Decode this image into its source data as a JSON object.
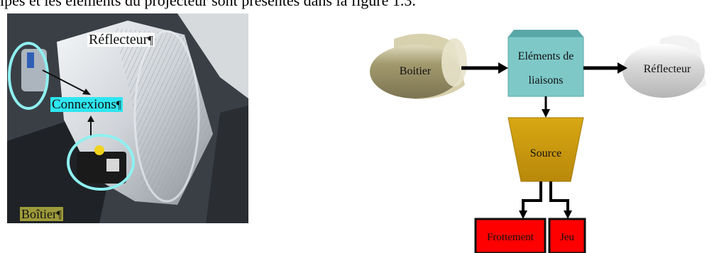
{
  "header_text": "ipes et les éléments du projecteur sont présentés dans la figure 1.3.",
  "photo": {
    "labels": {
      "reflecteur": "Réflecteur",
      "connexions": "Connexions",
      "boitier": "Boîtier"
    },
    "pilcrow": "¶",
    "highlight_color": "#2ee6f0",
    "circle_color": "#8ff0f0"
  },
  "diagram": {
    "nodes": {
      "boitier": "Boitier",
      "elements_line1": "Eléments de",
      "elements_line2": "liaisons",
      "reflecteur": "Réflecteur",
      "source": "Source",
      "frottement": "Frottement",
      "jeu": "Jeu"
    },
    "colors": {
      "boitier": "#8a825c",
      "elements": "#7ec8c8",
      "reflecteur": "#c8c8c8",
      "source": "#c99a0e",
      "failure": "#ff0000"
    }
  }
}
